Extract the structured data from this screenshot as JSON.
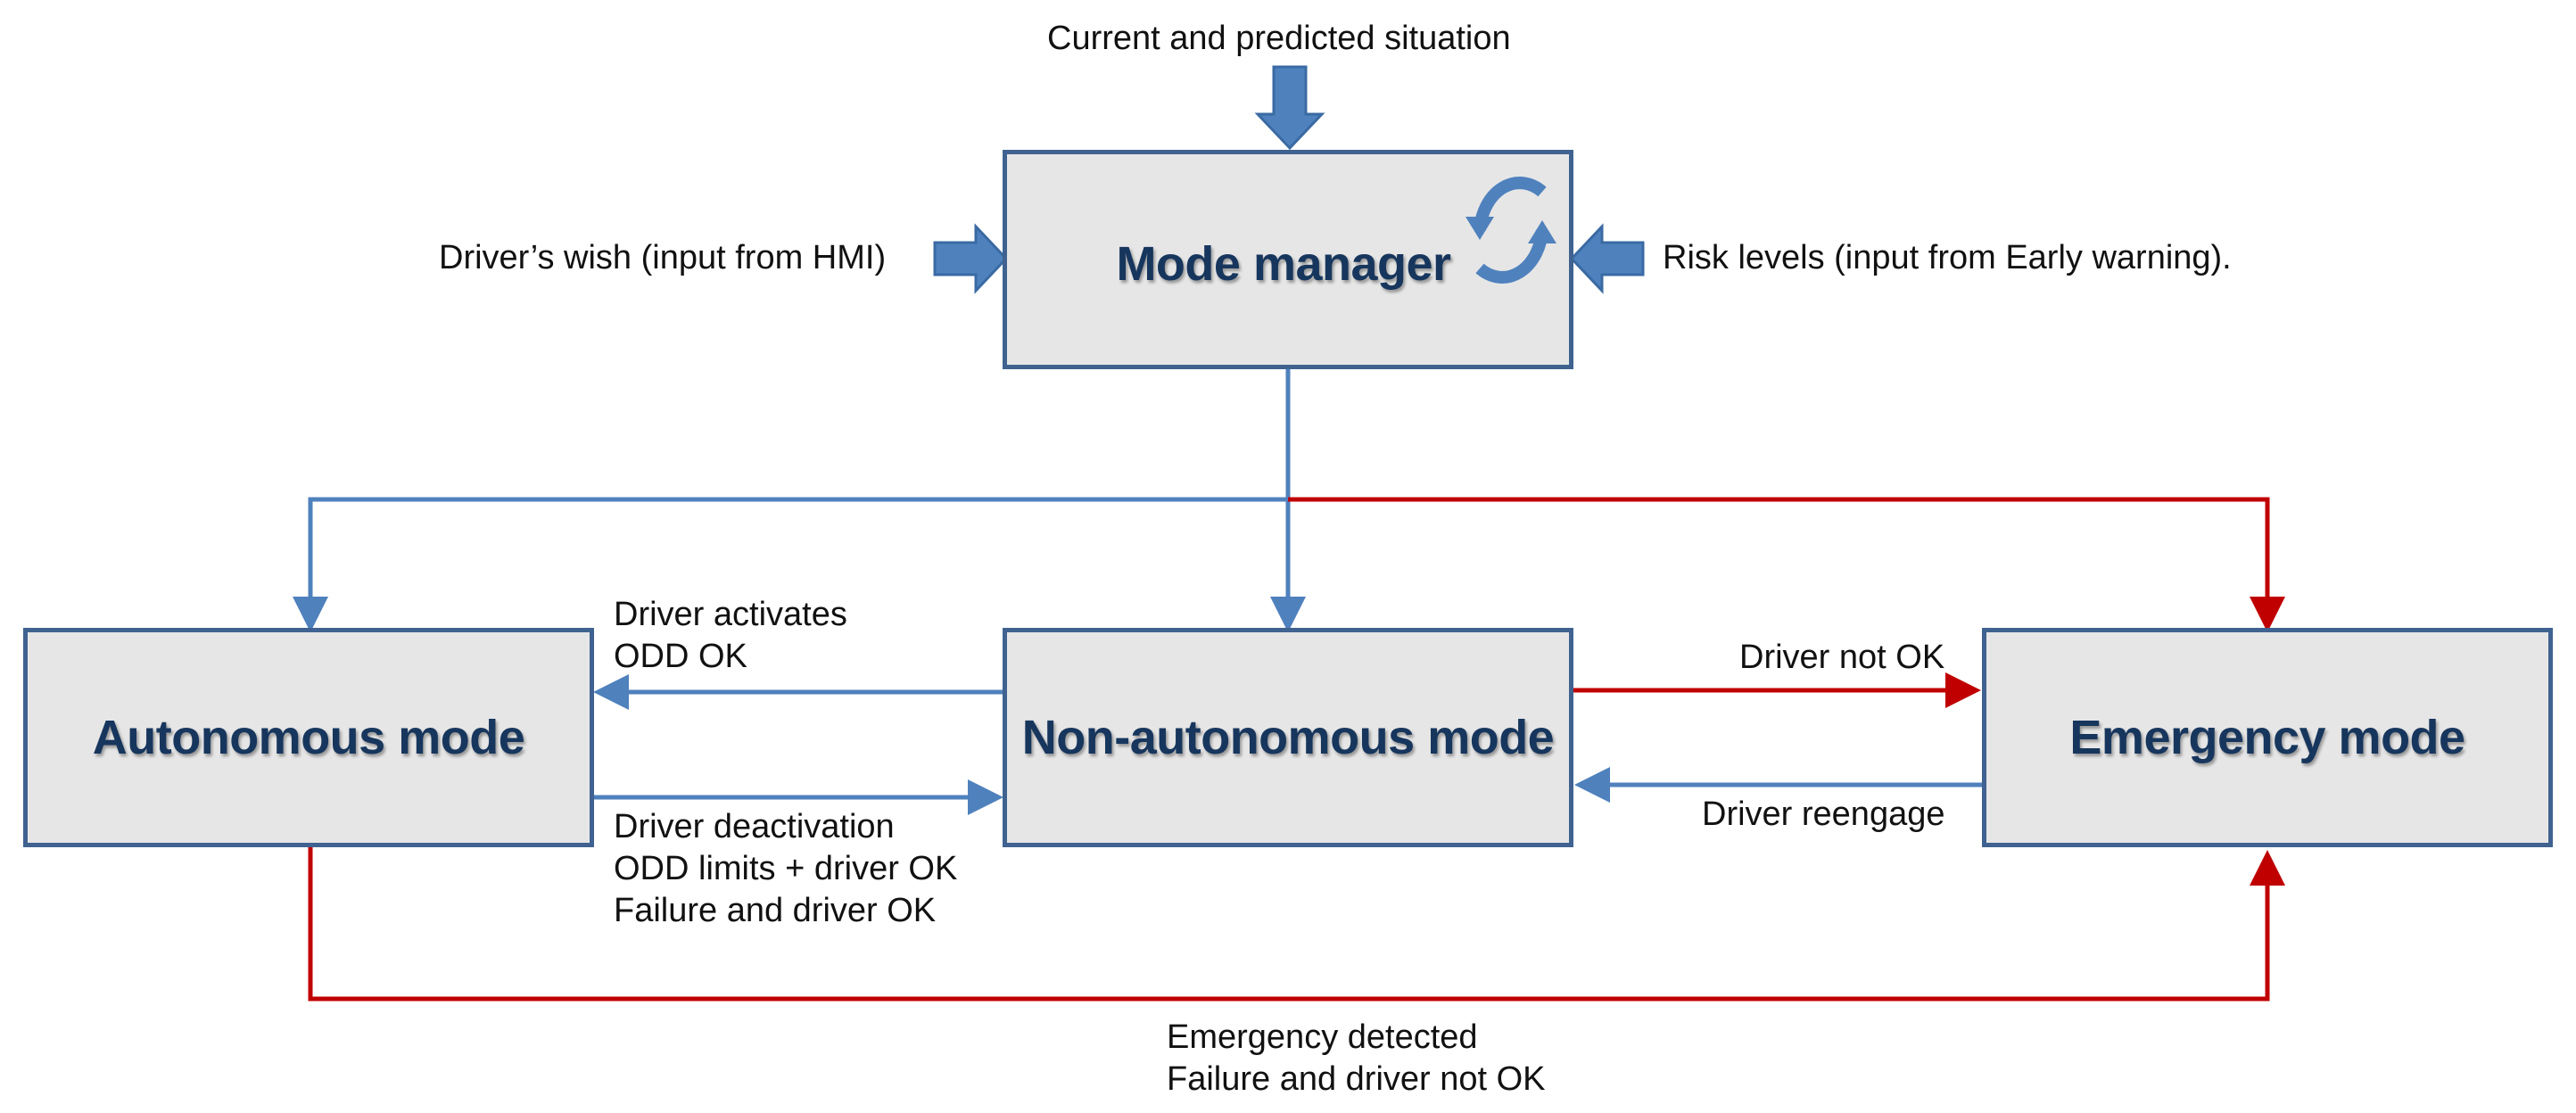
{
  "nodes": {
    "mode_manager": "Mode manager",
    "autonomous": "Autonomous mode",
    "non_autonomous": "Non-autonomous mode",
    "emergency": "Emergency mode"
  },
  "inputs": {
    "top": "Current and predicted situation",
    "left": "Driver’s wish (input from HMI)",
    "right": "Risk levels (input from Early warning)."
  },
  "transitions": {
    "to_autonomous": [
      "Driver activates",
      "ODD OK"
    ],
    "to_non_autonomous": [
      "Driver deactivation",
      "ODD limits + driver OK",
      "Failure and driver OK"
    ],
    "to_emergency": "Driver not OK",
    "reengage": "Driver reengage",
    "autonomous_to_emergency": [
      "Emergency detected",
      "Failure and driver not OK"
    ]
  },
  "colors": {
    "box_fill": "#e6e6e6",
    "box_border": "#3f6290",
    "title_text": "#17365d",
    "blue_link": "#4f81bd",
    "red_link": "#c00000",
    "input_arrow": "#4f81bd"
  },
  "icons": {
    "mode_manager": "refresh-cycle-icon"
  }
}
